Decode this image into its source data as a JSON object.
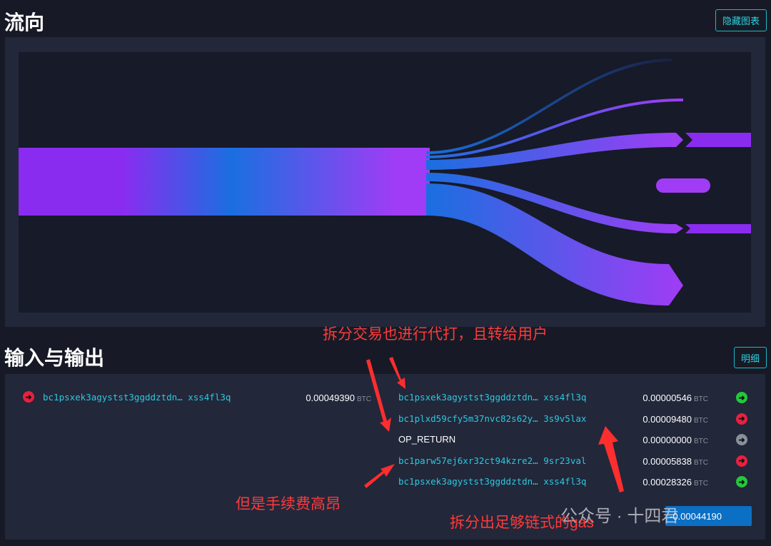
{
  "flow": {
    "title": "流向",
    "hide_chart_label": "隐藏图表"
  },
  "io": {
    "title": "输入与输出",
    "detail_label": "明细",
    "inputs": [
      {
        "address": "bc1psxek3agystst3ggddztdn… xss4fl3q",
        "amount": "0.00049390",
        "unit": "BTC",
        "status": "red"
      }
    ],
    "outputs": [
      {
        "address": "bc1psxek3agystst3ggddztdn… xss4fl3q",
        "amount": "0.00000546",
        "unit": "BTC",
        "status": "green",
        "color": "#22c93a"
      },
      {
        "address": "bc1plxd59cfy5m37nvc82s62y… 3s9v5lax",
        "amount": "0.00009480",
        "unit": "BTC",
        "status": "red",
        "color": "#e8203f"
      },
      {
        "address": "OP_RETURN",
        "amount": "0.00000000",
        "unit": "BTC",
        "status": "gray",
        "color": "#8a8f99"
      },
      {
        "address": "bc1parw57ej6xr32ct94kzre2… 9sr23val",
        "amount": "0.00005838",
        "unit": "BTC",
        "status": "red",
        "color": "#e8203f"
      },
      {
        "address": "bc1psxek3agystst3ggddztdn… xss4fl3q",
        "amount": "0.00028326",
        "unit": "BTC",
        "status": "green",
        "color": "#22c93a"
      }
    ],
    "fee": "-0.00044190"
  },
  "annotations": {
    "top": "拆分交易也进行代打，且转给用户",
    "left": "但是手续费高昂",
    "right": "拆分出足够链式的gas"
  },
  "watermark": "公众号 · 十四君",
  "colors": {
    "accent": "#1fb8c8",
    "flow_start": "#8a2cf0",
    "flow_mid": "#1a6fe0",
    "flow_end": "#a03cf5"
  }
}
